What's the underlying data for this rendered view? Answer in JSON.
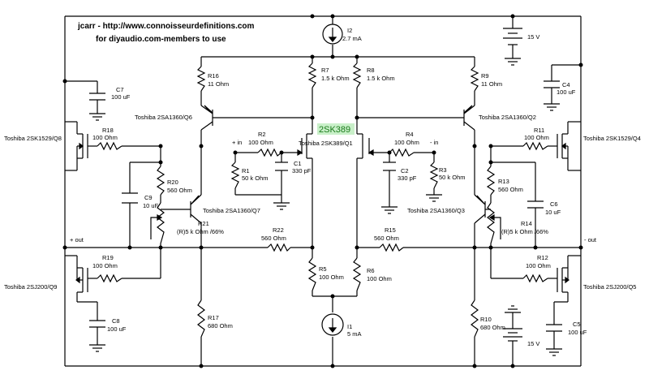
{
  "header": {
    "line1": "jcarr - http://www.connoisseurdefinitions.com",
    "line2": "for diyaudio.com-members to use"
  },
  "highlight": {
    "label": "2SK389",
    "color": "#c9f0c9"
  },
  "labels": {
    "I2": "I2",
    "I2v": "2.7 mA",
    "I1": "I1",
    "I1v": "5 mA",
    "V15a": "15 V",
    "V15b": "15 V",
    "R7": "R7",
    "R7v": "1.5 k Ohm",
    "R8": "R8",
    "R8v": "1.5 k Ohm",
    "R16": "R16",
    "R16v": "11 Ohm",
    "R9": "R9",
    "R9v": "11 Ohm",
    "C7": "C7",
    "C7v": "100 uF",
    "C4": "C4",
    "C4v": "100 uF",
    "Q6": "Toshiba 2SA1360/Q6",
    "Q2": "Toshiba 2SA1360/Q2",
    "Q8": "Toshiba 2SK1529/Q8",
    "Q4": "Toshiba 2SK1529/Q4",
    "R18": "R18",
    "R18v": "100 Ohm",
    "R11": "R11",
    "R11v": "100 Ohm",
    "R2": "R2",
    "R2v": "100 Ohm",
    "inp": "+ in",
    "R4": "R4",
    "R4v": "100 Ohm",
    "inn": "- in",
    "Q1": "Toshiba 2SK389/Q1",
    "R1": "R1",
    "R1v": "50 k Ohm",
    "C1": "C1",
    "C1v": "330 pF",
    "C2": "C2",
    "C2v": "330 pF",
    "R3": "R3",
    "R3v": "50 k Ohm",
    "R20": "R20",
    "R20v": "560 Ohm",
    "R13": "R13",
    "R13v": "560 Ohm",
    "C9": "C9",
    "C9v": "10 uF",
    "C6": "C6",
    "C6v": "10 uF",
    "Q7": "Toshiba 2SA1360/Q7",
    "Q3": "Toshiba 2SA1360/Q3",
    "R21": "R21",
    "R21v": "(R)5 k Ohm /66%",
    "R14": "R14",
    "R14v": "(R)5 k Ohm /66%",
    "outp": "+ out",
    "outn": "- out",
    "R22": "R22",
    "R22v": "560 Ohm",
    "R15": "R15",
    "R15v": "560 Ohm",
    "R19": "R19",
    "R19v": "100 Ohm",
    "R12": "R12",
    "R12v": "100 Ohm",
    "Q9": "Toshiba 2SJ200/Q9",
    "Q5": "Toshiba 2SJ200/Q5",
    "R5": "R5",
    "R5v": "100 Ohm",
    "R6": "R6",
    "R6v": "100 Ohm",
    "C8": "C8",
    "C8v": "100 uF",
    "C5": "C5",
    "C5v": "100 uF",
    "R17": "R17",
    "R17v": "680 Ohm",
    "R10": "R10",
    "R10v": "680 Ohm"
  }
}
